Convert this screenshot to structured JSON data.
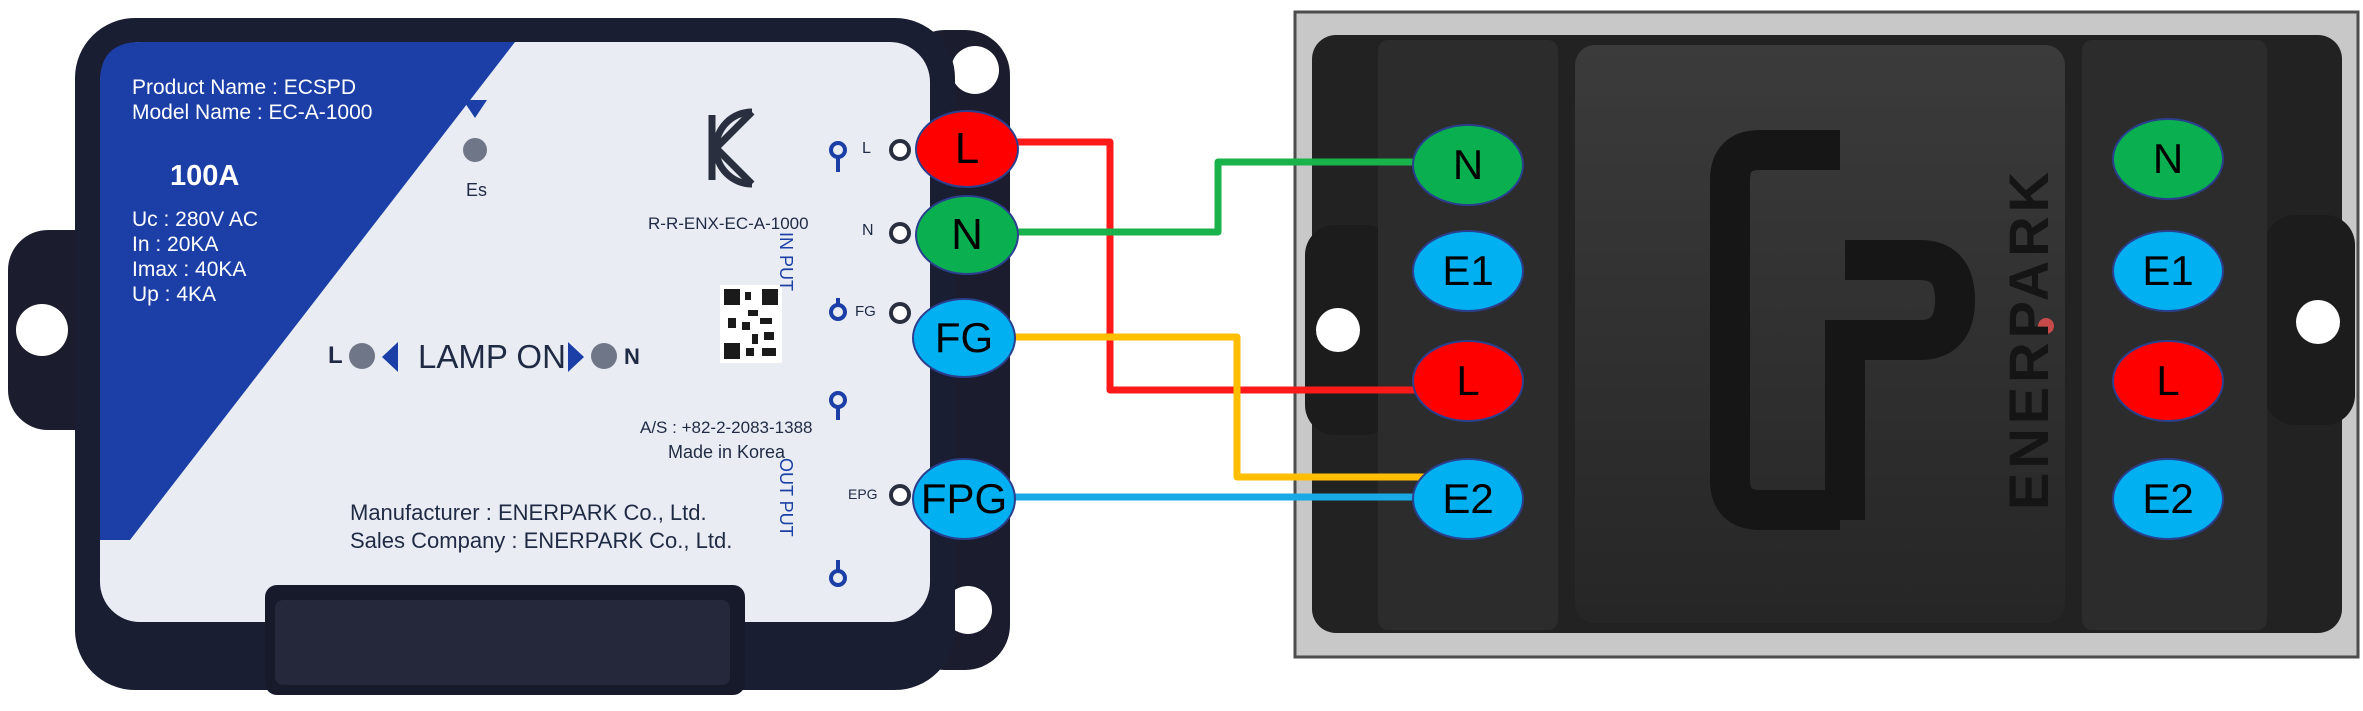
{
  "colors": {
    "L": "#ff0000",
    "N": "#0ab050",
    "E": "#00b0f0",
    "wire_L": "#ff1a1a",
    "wire_N": "#19b24b",
    "wire_FG": "#ffbf00",
    "wire_FPG": "#19a9e6",
    "device_blue": "#1b3fa6",
    "panel_light": "#e9edf3"
  },
  "left_device": {
    "product_name": "Product Name : ECSPD",
    "model_name": "Model Name : EC-A-1000",
    "rating": "100A",
    "uc": "Uc : 280V AC",
    "in": "In : 20KA",
    "imax": "Imax : 40KA",
    "up": "Up : 4KA",
    "es_label": "Es",
    "lamp_l": "L",
    "lamp_on": "LAMP ON",
    "lamp_n": "N",
    "cert_mark": "KC",
    "cert_code": "R-R-ENX-EC-A-1000",
    "as_phone": "A/S : +82-2-2083-1388",
    "made_in": "Made in Korea",
    "manufacturer": "Manufacturer : ENERPARK Co., Ltd.",
    "sales_company": "Sales Company : ENERPARK Co., Ltd.",
    "input_label": "IN PUT",
    "output_label": "OUT PUT",
    "small_terminals": [
      "L",
      "N",
      "FG",
      "EPG"
    ],
    "terminals": [
      "L",
      "N",
      "FG",
      "FPG"
    ]
  },
  "right_device": {
    "brand": "ENERPARK",
    "left_column_terminals": [
      "N",
      "E1",
      "L",
      "E2"
    ],
    "right_column_terminals": [
      "N",
      "E1",
      "L",
      "E2"
    ]
  }
}
